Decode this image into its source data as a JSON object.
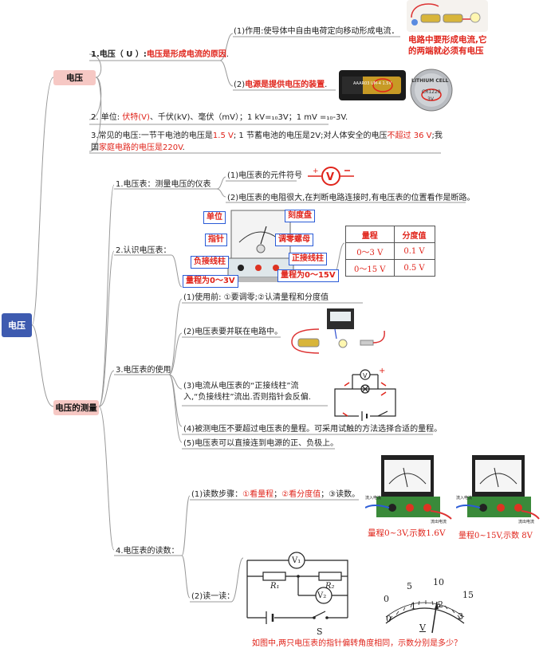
{
  "root": {
    "label": "电压"
  },
  "hubs": {
    "voltage": "电压",
    "measure": "电压的测量"
  },
  "voltage": {
    "n1": {
      "prefix": "1.电压（ U ）:",
      "red": "电压是形成电流的原因",
      "suffix": "."
    },
    "n1a": "(1)作用:使导体中自由电荷定向移动形成电流．",
    "n1a_note": [
      "电路中要形成电流,它",
      "的两端就必须有电压"
    ],
    "n1b": {
      "prefix": "(2)",
      "red": "电源是提供电压的装置",
      "suffix": "."
    },
    "battery_text": {
      "aa": "AAAR03 UM-4 1.5V",
      "coin1": "LITHIUM CELL",
      "coin2": "CR1220",
      "coin3": "3V"
    },
    "n2": {
      "prefix": "2. 单位:  ",
      "red": "伏特(V)",
      "suffix": "、千伏(kV)、毫伏（mV）；1 kV=₁₀3V；1 mV =₁₀-3V."
    },
    "n3": {
      "l1a": "3.常见的电压:一节干电池的电压是",
      "l1b": "1.5 V",
      "l1c": "; 1 节蓄电池的电压是2V;对人体安全的电压",
      "l1d": "不超过 36 V",
      "l1e": ";我",
      "l2a": "国",
      "l2b": "家庭电路的电压是220V",
      "l2c": "."
    }
  },
  "measure": {
    "m1": "1.电压表：测量电压的仪表",
    "m1a": "(1)电压表的元件符号",
    "m1b": "(2)电压表的电阻很大,在判断电路连接时,有电压表的位置看作是断路。",
    "m2": "2.认识电压表：",
    "meter_labels": {
      "unit": "单位",
      "dial": "刻度盘",
      "pointer": "指针",
      "zero": "调零螺母",
      "neg": "负接线柱",
      "pos": "正接线柱",
      "r3": "量程为0～3V",
      "r15": "量程为0～15V"
    },
    "table": {
      "h1": "量程",
      "h2": "分度值",
      "r1c1": "0～3 V",
      "r1c2": "0.1 V",
      "r2c1": "0～15 V",
      "r2c2": "0.5 V"
    },
    "m3": "3.电压表的使用",
    "m3a": "(1)使用前:        ①要调零;②认清量程和分度值",
    "m3b": "(2)电压表要并联在电路中。",
    "m3c": [
      "(3)电流从电压表的“正接线柱”流",
      "入,“负接线柱”流出.否则指针会反偏."
    ],
    "m3d": "(4)被测电压不要超过电压表的量程。可采用试触的方法选择合适的量程。",
    "m3e": "(5)电压表可以直接连到电源的正、负极上。",
    "m4": "4.电压表的读数：",
    "m4a": {
      "prefix": "(1)读数步骤：",
      "s1": "①看量程",
      "mid": "；",
      "s2": "②看分度值",
      "end": "；③读数。"
    },
    "m4a_captions": [
      "量程0~3V,示数1.6V",
      "量程0~15V,示数 8V"
    ],
    "m4b": "(2)读一读：",
    "m4b_question": "如图中,两只电压表的指针偏转角度相同，示数分别是多少？",
    "circuit_labels": {
      "v1": "V₁",
      "v2": "V₂",
      "r1": "R₁",
      "r2": "R₂",
      "s": "S",
      "v": "V"
    },
    "dial_numbers": {
      "top": [
        "0",
        "5",
        "10",
        "15"
      ],
      "bottom": [
        "0",
        "1",
        "2",
        "3"
      ]
    },
    "mini_labels": {
      "in": "流入电流",
      "out": "流出电流"
    }
  }
}
